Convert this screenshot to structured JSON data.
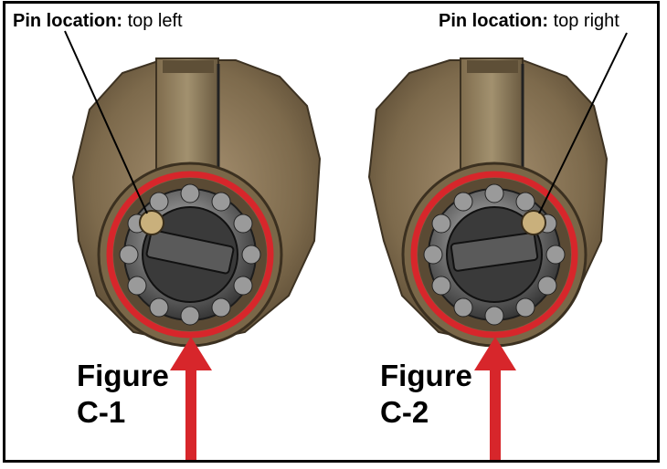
{
  "labels": {
    "pin_location_prefix": "Pin location:",
    "left_pin_value": "top left",
    "right_pin_value": "top right"
  },
  "figures": [
    {
      "word": "Figure",
      "id": "C-1"
    },
    {
      "word": "Figure",
      "id": "C-2"
    }
  ],
  "colors": {
    "highlight_red": "#d7262b",
    "lock_brass": "#8a7553",
    "border": "#000000"
  }
}
